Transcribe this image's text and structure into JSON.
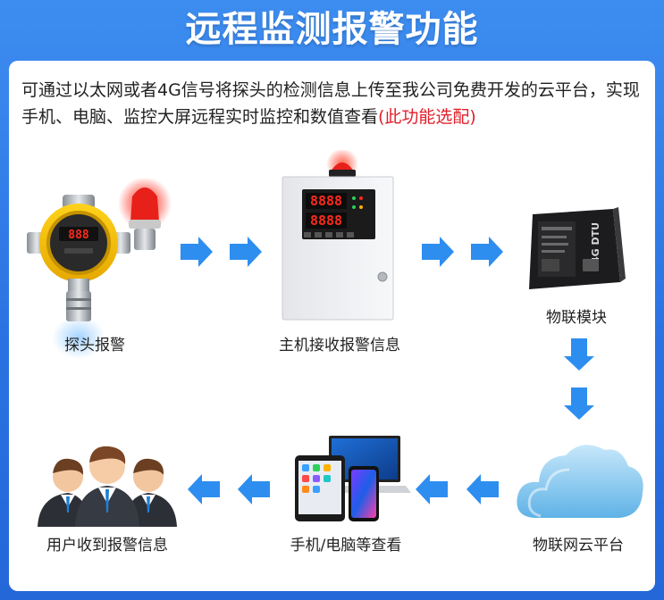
{
  "title": "远程监测报警功能",
  "description": {
    "main": "可通过以太网或者4G信号将探头的检测信息上传至我公司免费开发的云平台，实现手机、电脑、监控大屏远程实时监控和数值查看",
    "highlight": "(此功能选配)"
  },
  "nodes": {
    "probe": "探头报警",
    "host": "主机接收报警信息",
    "iot_module": "物联模块",
    "cloud": "物联网云平台",
    "devices": "手机/电脑等查看",
    "users": "用户收到报警信息"
  },
  "device_text": {
    "host_display_1": "8888",
    "host_display_2": "8888",
    "probe_display": "888",
    "dtu_label": "4G DTU"
  },
  "colors": {
    "background": "#2b73e2",
    "arrow": "#2d8ef0",
    "highlight": "#e0202a",
    "alarm_red": "#ff2a1a"
  }
}
